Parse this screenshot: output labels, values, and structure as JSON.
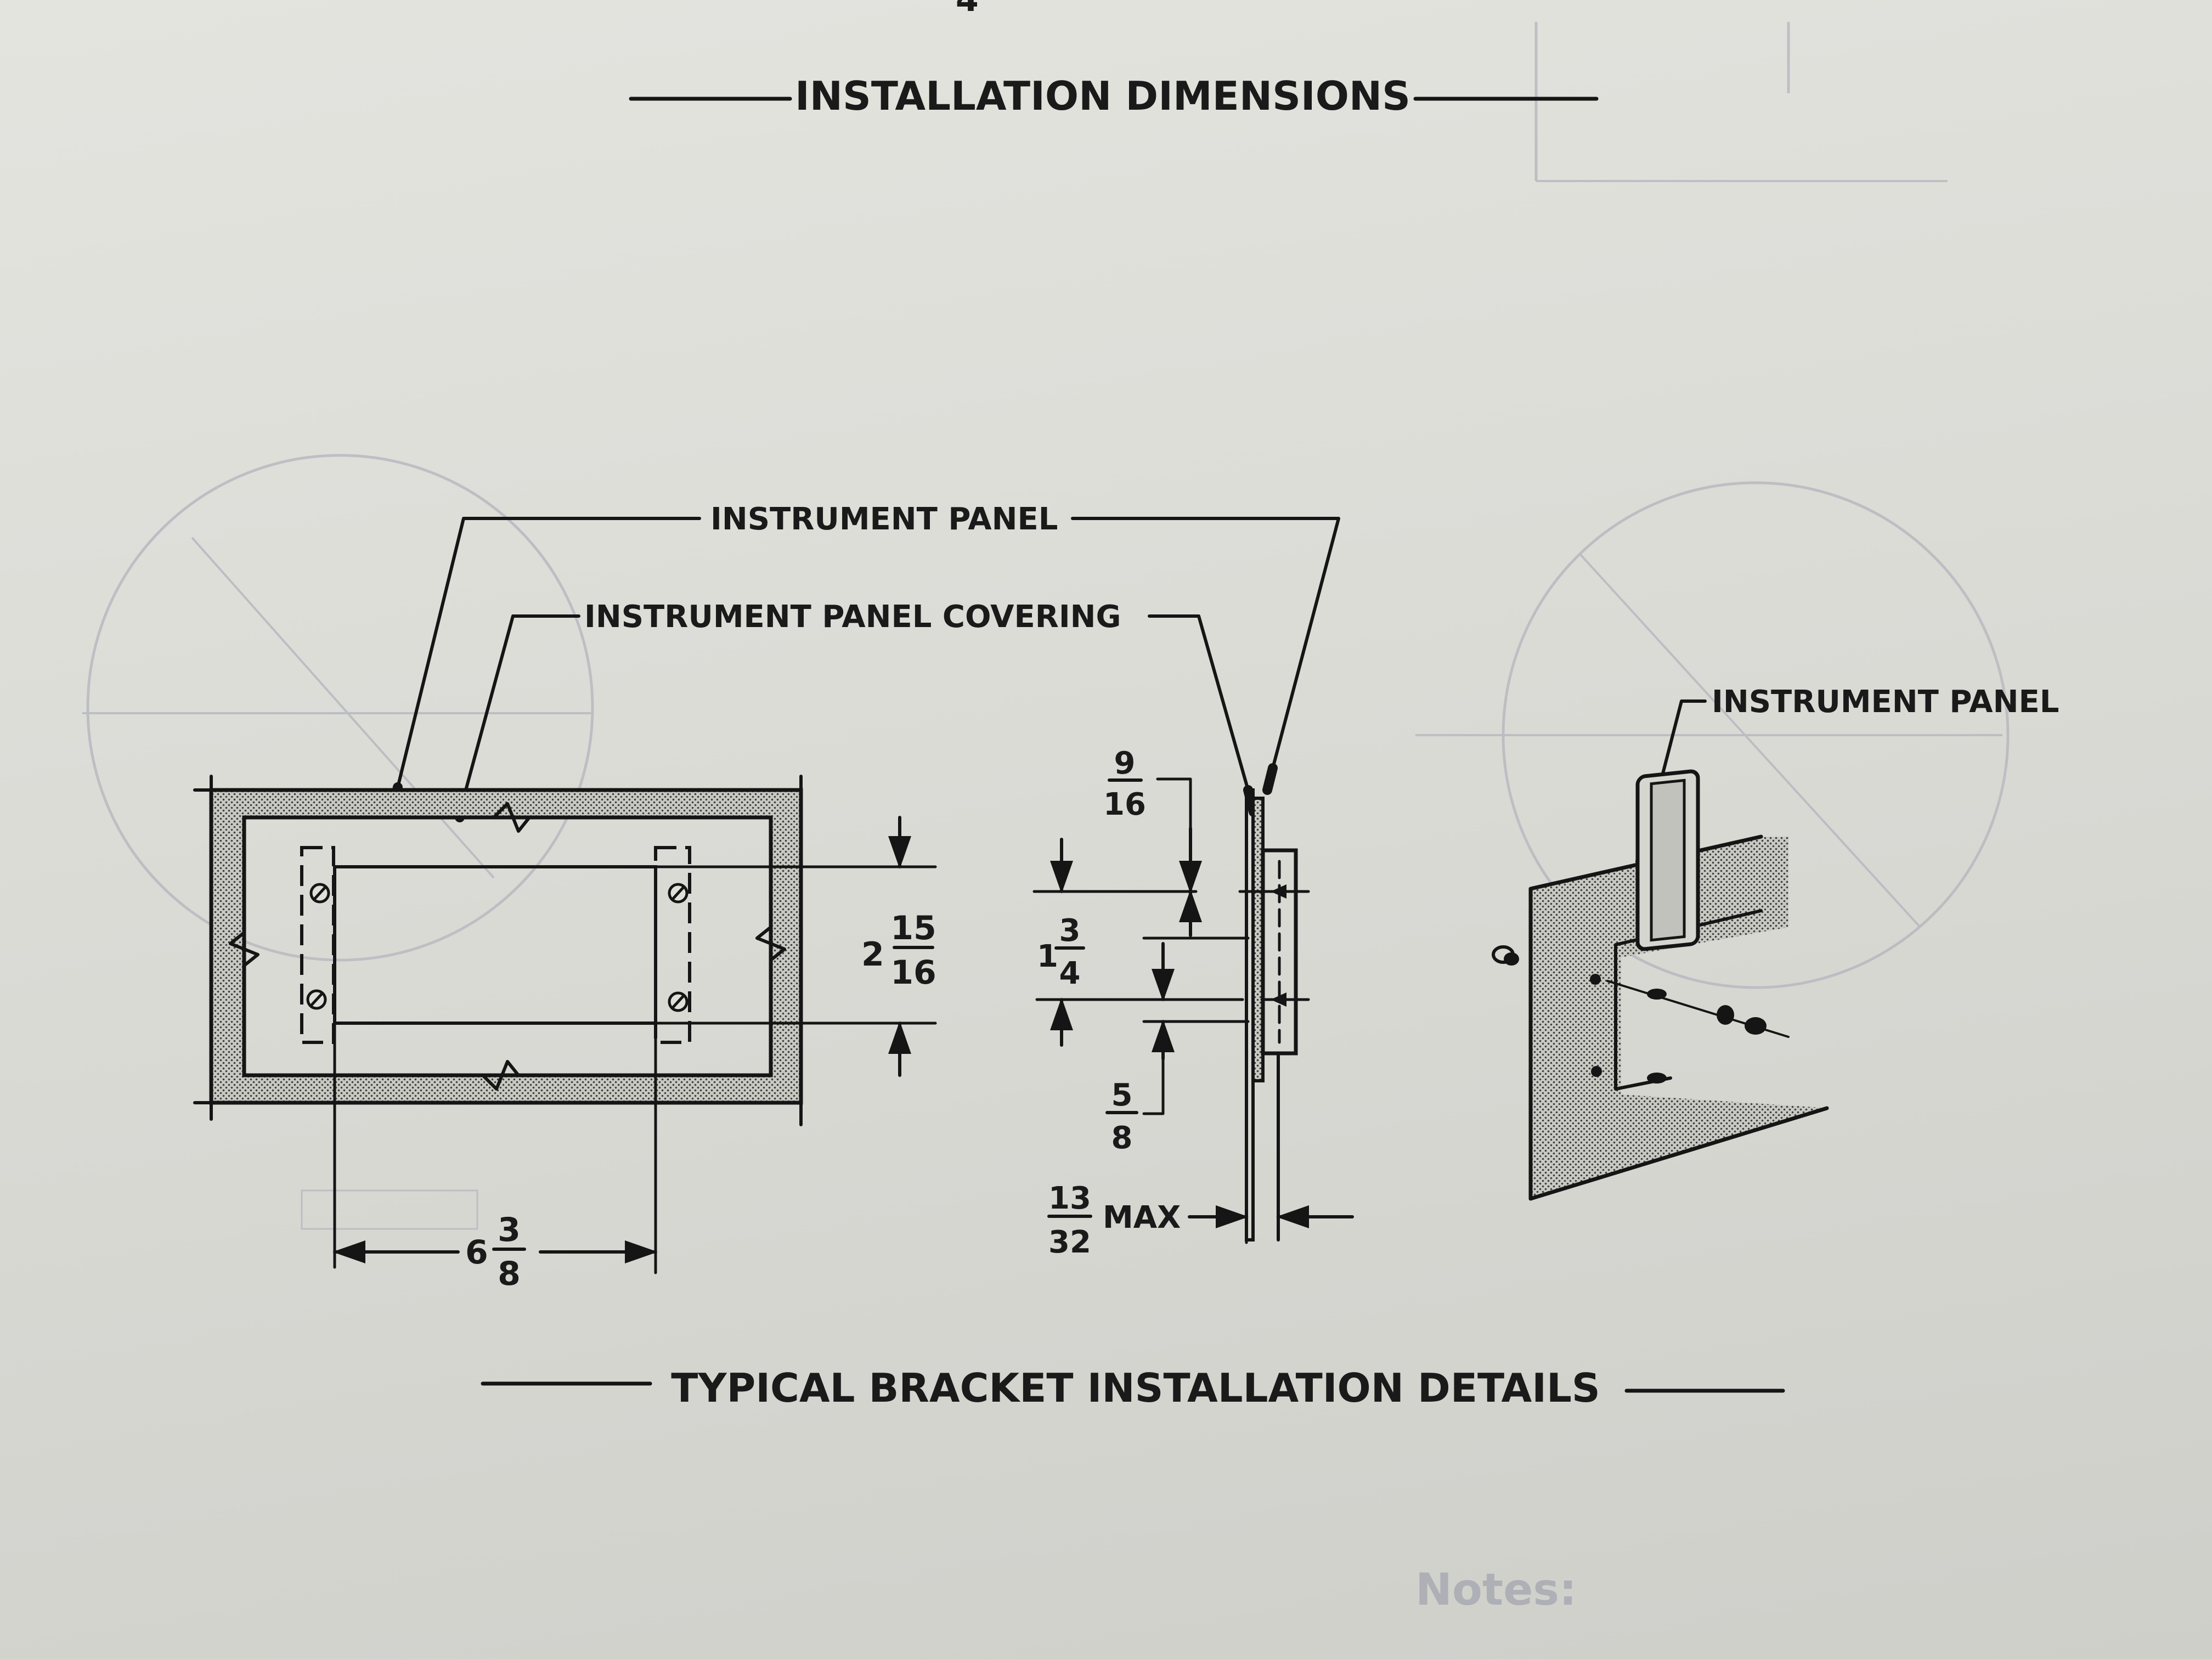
{
  "page_title": "INSTALLATION DIMENSIONS",
  "caption": "TYPICAL BRACKET INSTALLATION DETAILS",
  "page_number": "4",
  "labels": {
    "instrument_panel": "INSTRUMENT PANEL",
    "instrument_panel_covering": "INSTRUMENT PANEL COVERING",
    "instrument_panel_right": "INSTRUMENT PANEL"
  },
  "dimensions": {
    "height": {
      "whole": "2",
      "num": "15",
      "den": "16"
    },
    "width": {
      "whole": "6",
      "num": "3",
      "den": "8"
    },
    "top_offset": {
      "num": "9",
      "den": "16"
    },
    "spacing": {
      "whole": "1",
      "num": "3",
      "den": "4"
    },
    "bottom_offset": {
      "num": "5",
      "den": "8"
    },
    "thickness": {
      "num": "13",
      "den": "32",
      "suffix": "MAX"
    }
  },
  "bleed_through": {
    "note": "Notes:"
  },
  "colors": {
    "ink": "#151515",
    "paper": "#e2e2dd",
    "stipple": "#8a8a86"
  }
}
